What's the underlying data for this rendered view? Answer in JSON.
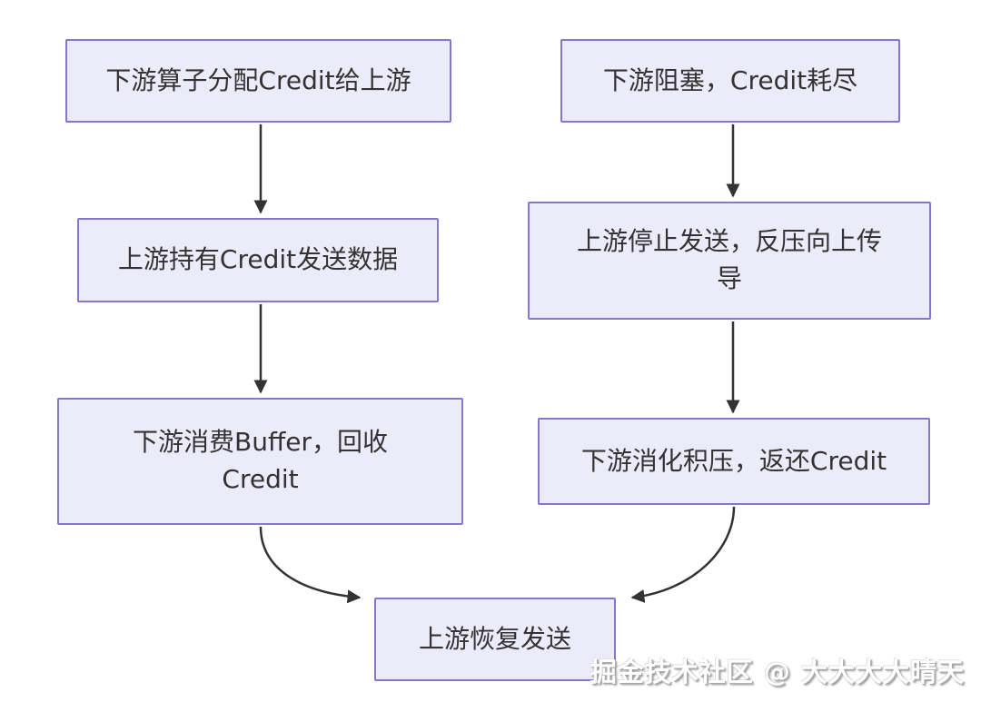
{
  "diagram": {
    "type": "flowchart",
    "nodes": [
      {
        "id": "allocate",
        "label": "下游算子分配Credit给上游"
      },
      {
        "id": "blocked",
        "label": "下游阻塞，Credit耗尽"
      },
      {
        "id": "send",
        "label": "上游持有Credit发送数据"
      },
      {
        "id": "stop",
        "label": "上游停止发送，反压向上传\n导"
      },
      {
        "id": "consume",
        "label": "下游消费Buffer，回收\nCredit"
      },
      {
        "id": "digest",
        "label": "下游消化积压，返还Credit"
      },
      {
        "id": "resume",
        "label": "上游恢复发送"
      }
    ],
    "edges": [
      {
        "from": "allocate",
        "to": "send"
      },
      {
        "from": "blocked",
        "to": "stop"
      },
      {
        "from": "send",
        "to": "consume"
      },
      {
        "from": "stop",
        "to": "digest"
      },
      {
        "from": "consume",
        "to": "resume"
      },
      {
        "from": "digest",
        "to": "resume"
      }
    ]
  },
  "watermark": {
    "text": "掘金技术社区 @ 大大大大晴天"
  },
  "colors": {
    "background": "#FFFFFF",
    "node_fill": "#ECEBF9",
    "node_border": "#8578CC",
    "node_text": "#333333",
    "edge": "#333333"
  }
}
